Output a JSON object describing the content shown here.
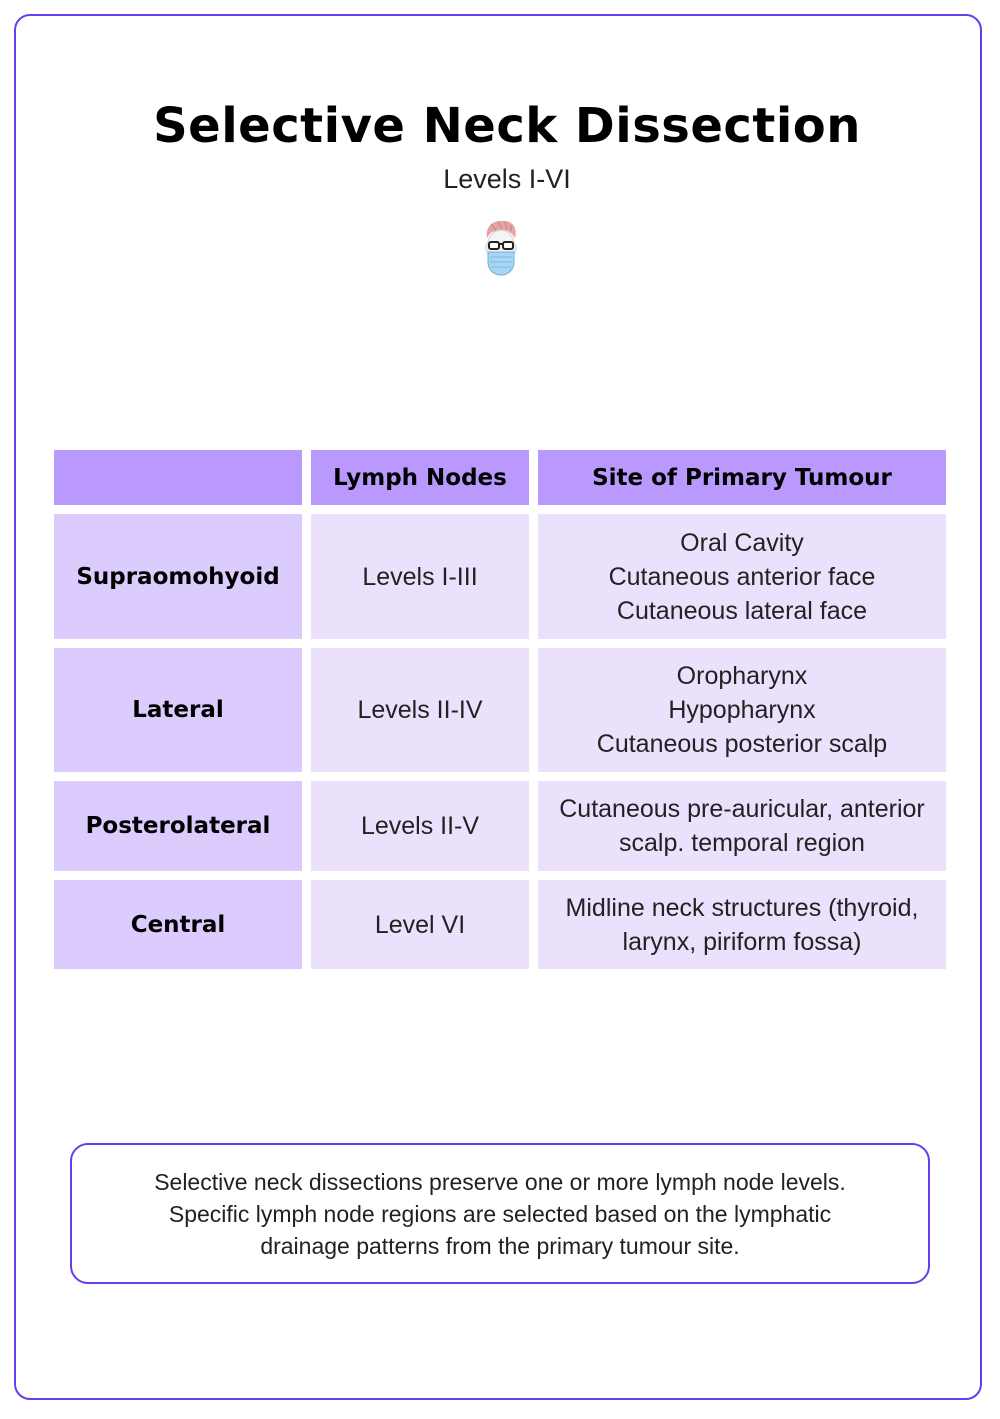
{
  "header": {
    "title": "Selective Neck Dissection",
    "subtitle": "Levels I-VI",
    "logo_icon": "masked-doctor-avatar-icon"
  },
  "table": {
    "columns": [
      "",
      "Lymph Nodes",
      "Site of Primary Tumour"
    ],
    "rows": [
      {
        "type": "Supraomohyoid",
        "lymph_nodes": "Levels I-III",
        "sites": [
          "Oral Cavity",
          "Cutaneous anterior face",
          "Cutaneous lateral face"
        ]
      },
      {
        "type": "Lateral",
        "lymph_nodes": "Levels II-IV",
        "sites": [
          "Oropharynx",
          "Hypopharynx",
          "Cutaneous posterior scalp"
        ]
      },
      {
        "type": "Posterolateral",
        "lymph_nodes": "Levels II-V",
        "sites": [
          "Cutaneous pre-auricular, anterior",
          "scalp. temporal region"
        ]
      },
      {
        "type": "Central",
        "lymph_nodes": "Level VI",
        "sites": [
          "Midline neck structures (thyroid,",
          "larynx, piriform fossa)"
        ]
      }
    ]
  },
  "note": {
    "lines": [
      "Selective neck dissections preserve one or more lymph node levels.",
      "Specific lymph node regions are selected based on the lymphatic",
      "drainage patterns from the primary tumour site."
    ]
  },
  "colors": {
    "border": "#6a3cf0",
    "header_bg": "#b999fd",
    "row_head_bg": "#dccbfd",
    "cell_bg": "#ebe1fd"
  }
}
